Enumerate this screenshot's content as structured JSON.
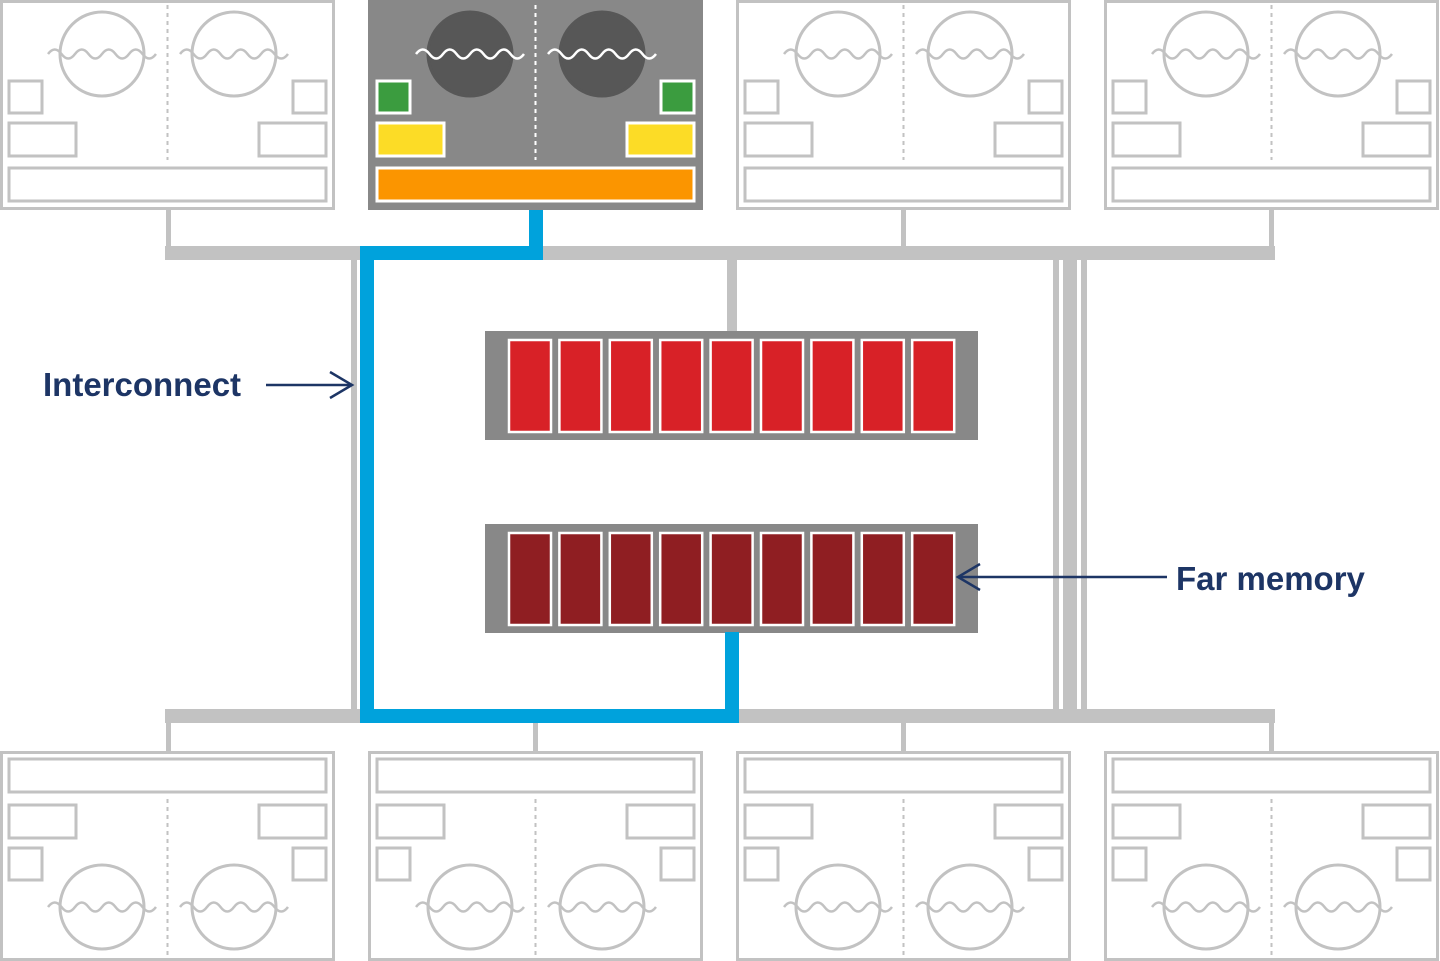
{
  "labels": {
    "interconnect": "Interconnect",
    "far_memory": "Far memory"
  },
  "nodes": {
    "top": [
      {
        "id": "node-top-1",
        "active": false
      },
      {
        "id": "node-top-2",
        "active": true
      },
      {
        "id": "node-top-3",
        "active": false
      },
      {
        "id": "node-top-4",
        "active": false
      }
    ],
    "bottom": [
      {
        "id": "node-bottom-1",
        "active": false
      },
      {
        "id": "node-bottom-2",
        "active": false
      },
      {
        "id": "node-bottom-3",
        "active": false
      },
      {
        "id": "node-bottom-4",
        "active": false
      }
    ]
  },
  "memory_banks": [
    {
      "id": "memory-bank-upper",
      "modules": 9
    },
    {
      "id": "memory-bank-far",
      "modules": 9
    }
  ],
  "colors": {
    "background": "#ffffff",
    "bus": "#c2c2c2",
    "node_outline": "#c2c2c2",
    "active_node_bg": "#888888",
    "active_fan": "#575757",
    "active_small_box": "#3b9c3f",
    "active_medium_box": "#fcdc26",
    "active_wide_box": "#fb9500",
    "interconnect_path": "#00a2dc",
    "memory_frame": "#888888",
    "memory_module_upper": "#d82127",
    "memory_module_far": "#8f1e22",
    "label_text": "#1d3565"
  }
}
